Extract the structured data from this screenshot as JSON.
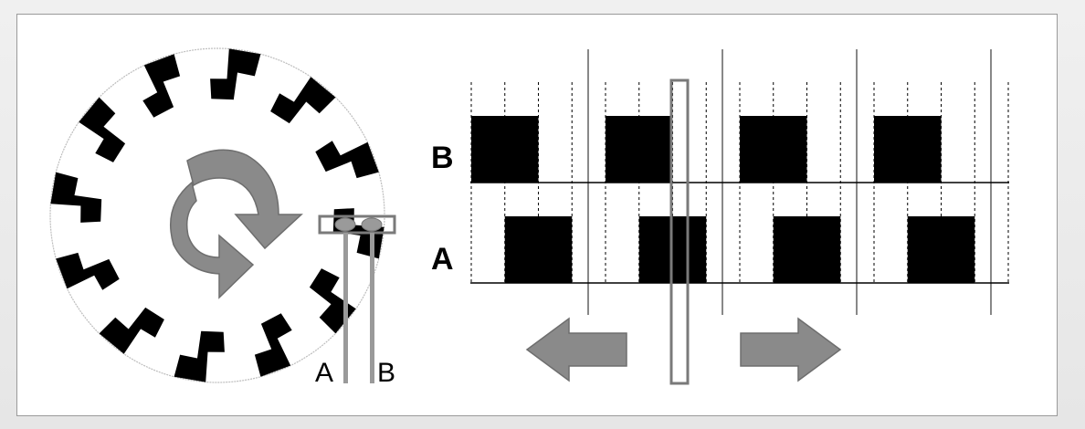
{
  "diagram": {
    "sensor_labels": {
      "a": "A",
      "b": "B"
    },
    "channel_labels": {
      "b": "B",
      "a": "A"
    },
    "pulse_count": 4,
    "colors": {
      "mark": "#000000",
      "arrow": "#8a8a8a",
      "arrow_stroke": "#6e6e6e",
      "guide": "#888888",
      "background": "#ffffff"
    }
  }
}
